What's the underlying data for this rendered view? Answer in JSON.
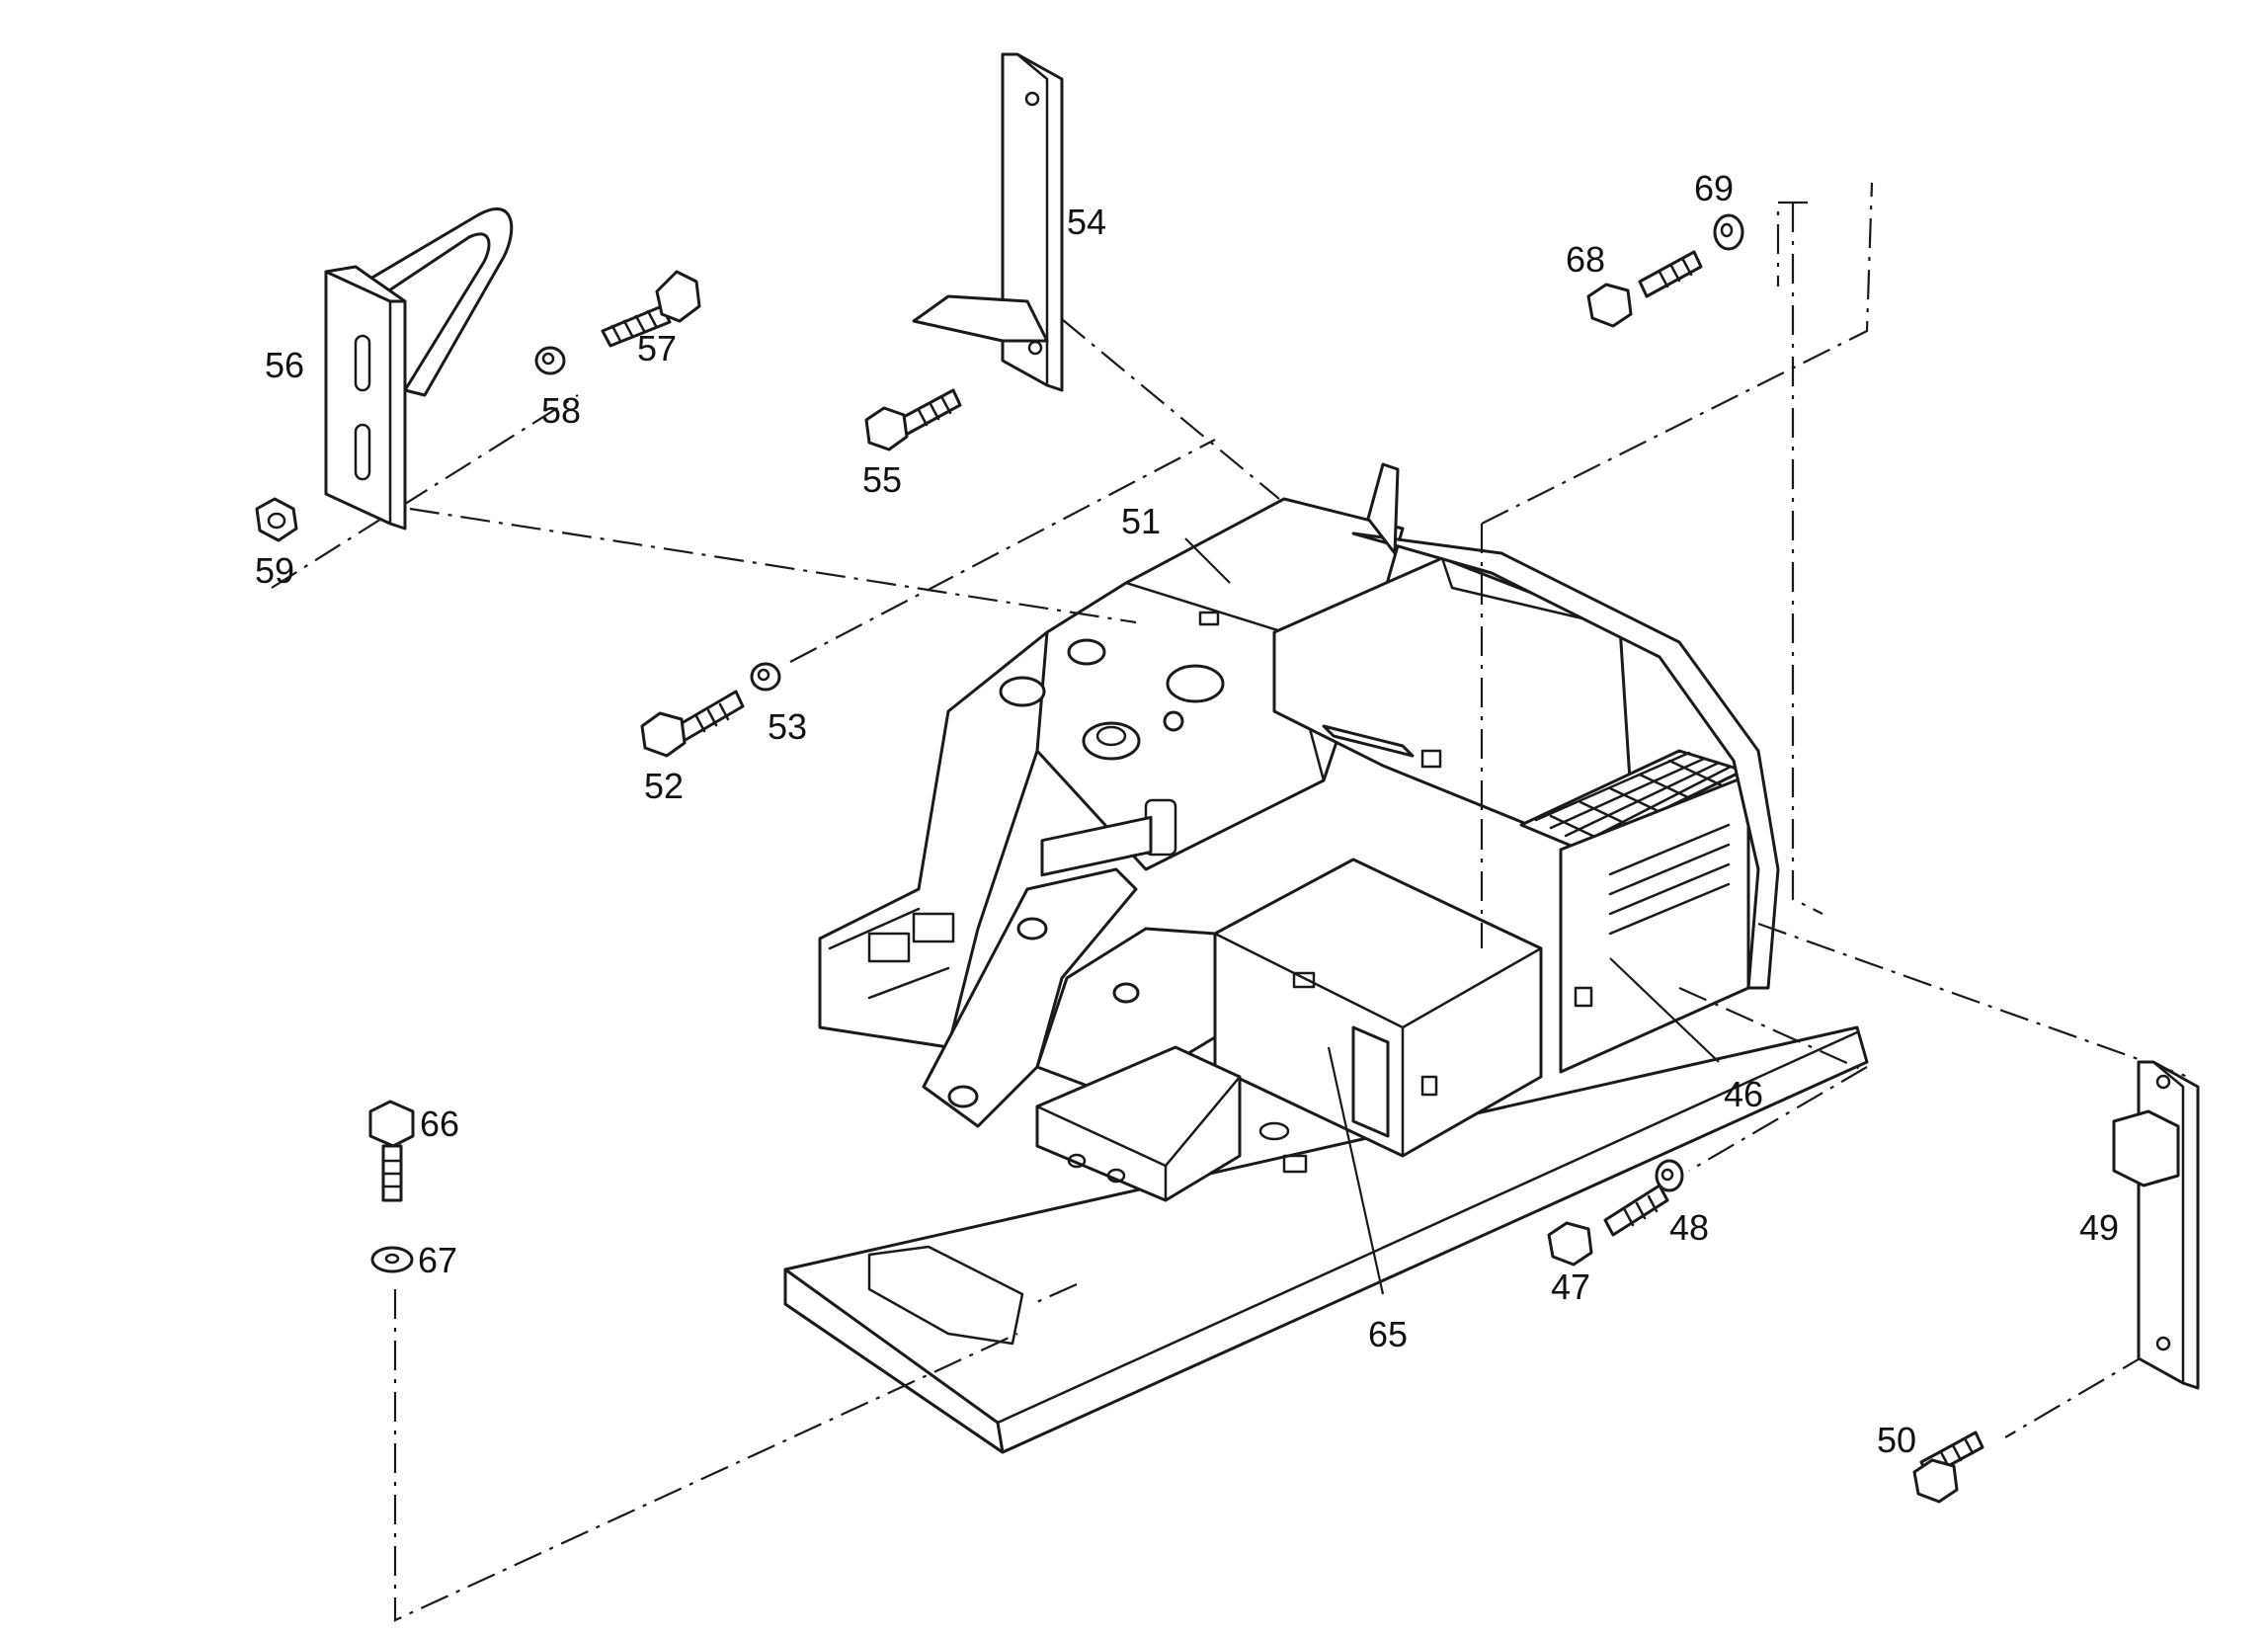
{
  "diagram": {
    "callouts": {
      "p46": "46",
      "p47": "47",
      "p48": "48",
      "p49": "49",
      "p50": "50",
      "p51": "51",
      "p52": "52",
      "p53": "53",
      "p54": "54",
      "p55": "55",
      "p56": "56",
      "p57": "57",
      "p58": "58",
      "p59": "59",
      "p65": "65",
      "p66": "66",
      "p67": "67",
      "p68": "68",
      "p69": "69"
    }
  }
}
